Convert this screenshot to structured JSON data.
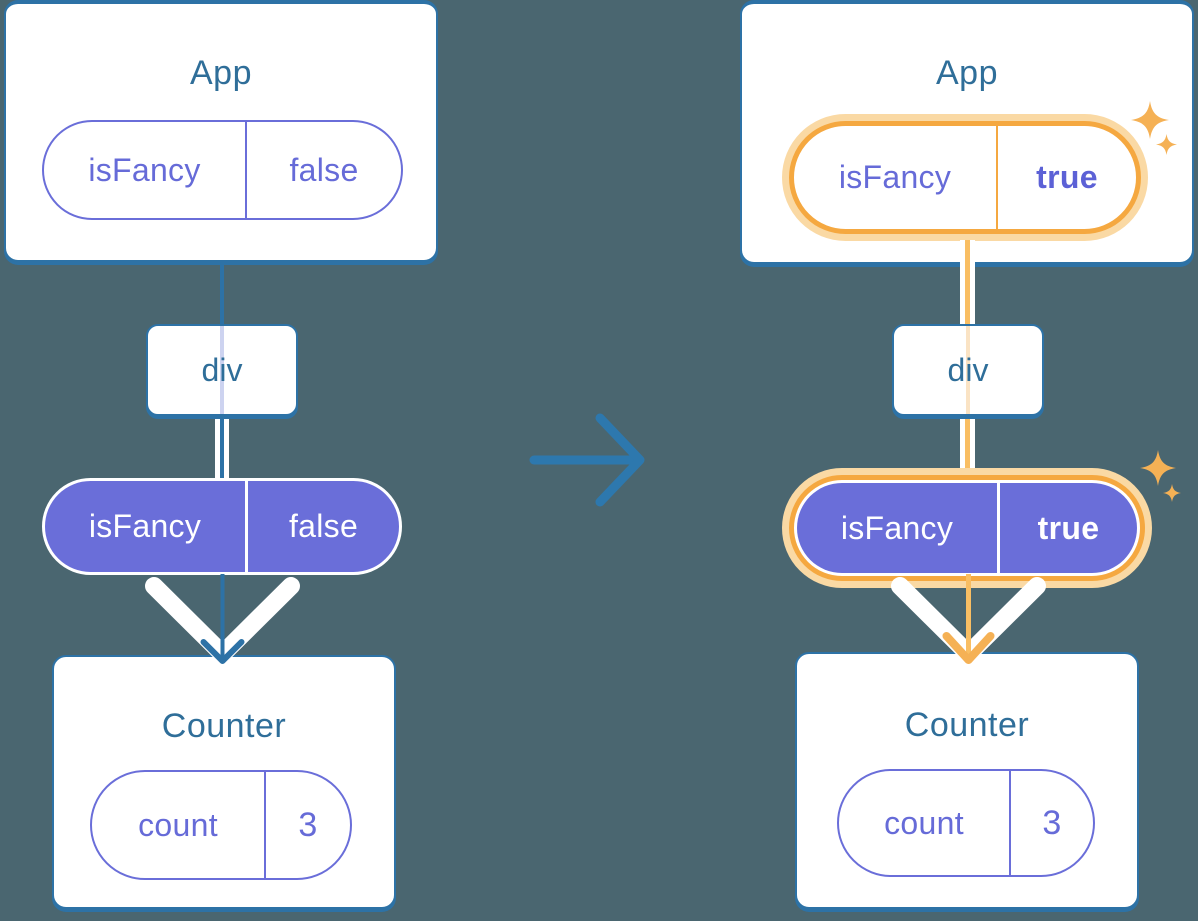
{
  "diagram_title": "Component tree state transition (before and after)",
  "background_color": "#4A6670",
  "palette": {
    "card_border_blue": "#2D72A6",
    "title_blue": "#2F6E99",
    "purple": "#6A6ED9",
    "purple_bold_value": "#5C61D6",
    "highlight_orange_ring": "#F5A840",
    "highlight_orange_glow": "#FAD9A4",
    "highlight_orange_line": "#F9BE63",
    "sparkle_orange": "#F5B155",
    "faint_lavender_line": "#CDD3F0",
    "faint_peach_line": "#FAE3C4",
    "white": "#FFFFFF"
  },
  "before_tree": {
    "app": {
      "title": "App",
      "state_name": "isFancy",
      "state_value": "false"
    },
    "div": {
      "label": "div"
    },
    "prop": {
      "name": "isFancy",
      "value": "false"
    },
    "counter": {
      "title": "Counter",
      "state_name": "count",
      "state_value": "3"
    }
  },
  "after_tree": {
    "app": {
      "title": "App",
      "state_name": "isFancy",
      "state_value": "true"
    },
    "div": {
      "label": "div"
    },
    "prop": {
      "name": "isFancy",
      "value": "true"
    },
    "counter": {
      "title": "Counter",
      "state_name": "count",
      "state_value": "3"
    }
  },
  "icons": {
    "transition_arrow": "right-arrow",
    "prop_flow_arrow": "down-chevron-arrow",
    "sparkle": "four-point-star"
  }
}
